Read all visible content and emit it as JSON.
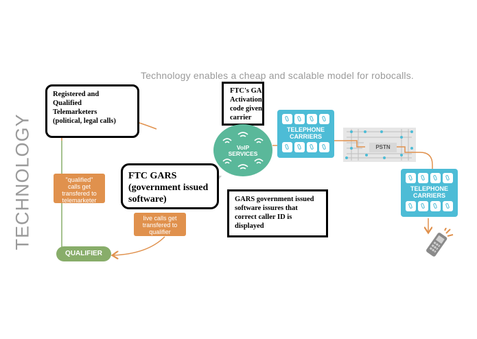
{
  "title_vertical": "TECHNOLOGY",
  "subtitle": "Technology enables a cheap and scalable model for robocalls.",
  "boxes": {
    "registered": [
      "Registered and",
      "Qualified",
      "Telemarketers",
      "(political, legal calls)"
    ],
    "ftc_gars_activation": [
      "FTC's GARS",
      "Activation",
      "code given",
      "carrier"
    ],
    "ftc_gars": [
      "FTC GARS",
      "(government issued",
      "software)"
    ],
    "gars_caller_id": [
      "GARS government issued",
      "software issures that",
      "correct caller ID is",
      "displayed"
    ]
  },
  "orange_boxes": {
    "qualified_calls": [
      "\"qualified\"",
      "calls get",
      "transfered to",
      "telemarketer"
    ],
    "live_calls": [
      "live calls get",
      "transfered to",
      "qualifier"
    ]
  },
  "qualifier_label": "QUALIFIER",
  "voip": [
    "VoIP",
    "SERVICES"
  ],
  "carrier_top": [
    "TELEPHONE",
    "CARRIERS"
  ],
  "carrier_right": [
    "TELEPHONE",
    "CARRIERS"
  ],
  "pstn_label": "PSTN",
  "icons": [
    "phone-handset-icon",
    "wifi-icon",
    "mobile-phone-icon"
  ],
  "colors": {
    "orange": "#e0914d",
    "green": "#88ad6a",
    "teal": "#5ab89a",
    "blue": "#4dbcd6",
    "grey_text": "#9a9a9a"
  }
}
